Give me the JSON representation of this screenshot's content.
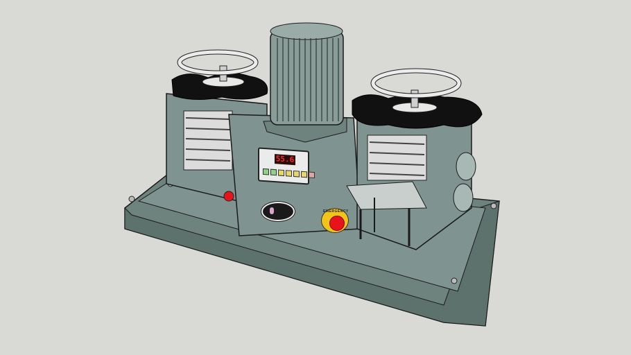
{
  "scene": {
    "subject": "Rolling mill machine 3D model",
    "background_color": "#d9dad6",
    "body_color": "#7f9490",
    "body_dark": "#5d716d",
    "outline_color": "#1a1a1a",
    "knob_color": "#111111",
    "handwheel_color": "#e8e8e6"
  },
  "control_panel": {
    "display_value": "55.6",
    "display_color": "#ff2a2a",
    "button_colors": [
      "#8fd08a",
      "#8fd08a",
      "#e8d66a",
      "#e8d66a",
      "#e8d66a",
      "#e8d66a",
      "#d9a6a0"
    ]
  },
  "emergency_stop": {
    "label": "EMERGENCY",
    "ring_color": "#f0c419",
    "button_color": "#e8141c"
  },
  "side_emergency_button": {
    "color": "#e8141c"
  },
  "logo_badge": {
    "color": "#1a1a1a"
  }
}
